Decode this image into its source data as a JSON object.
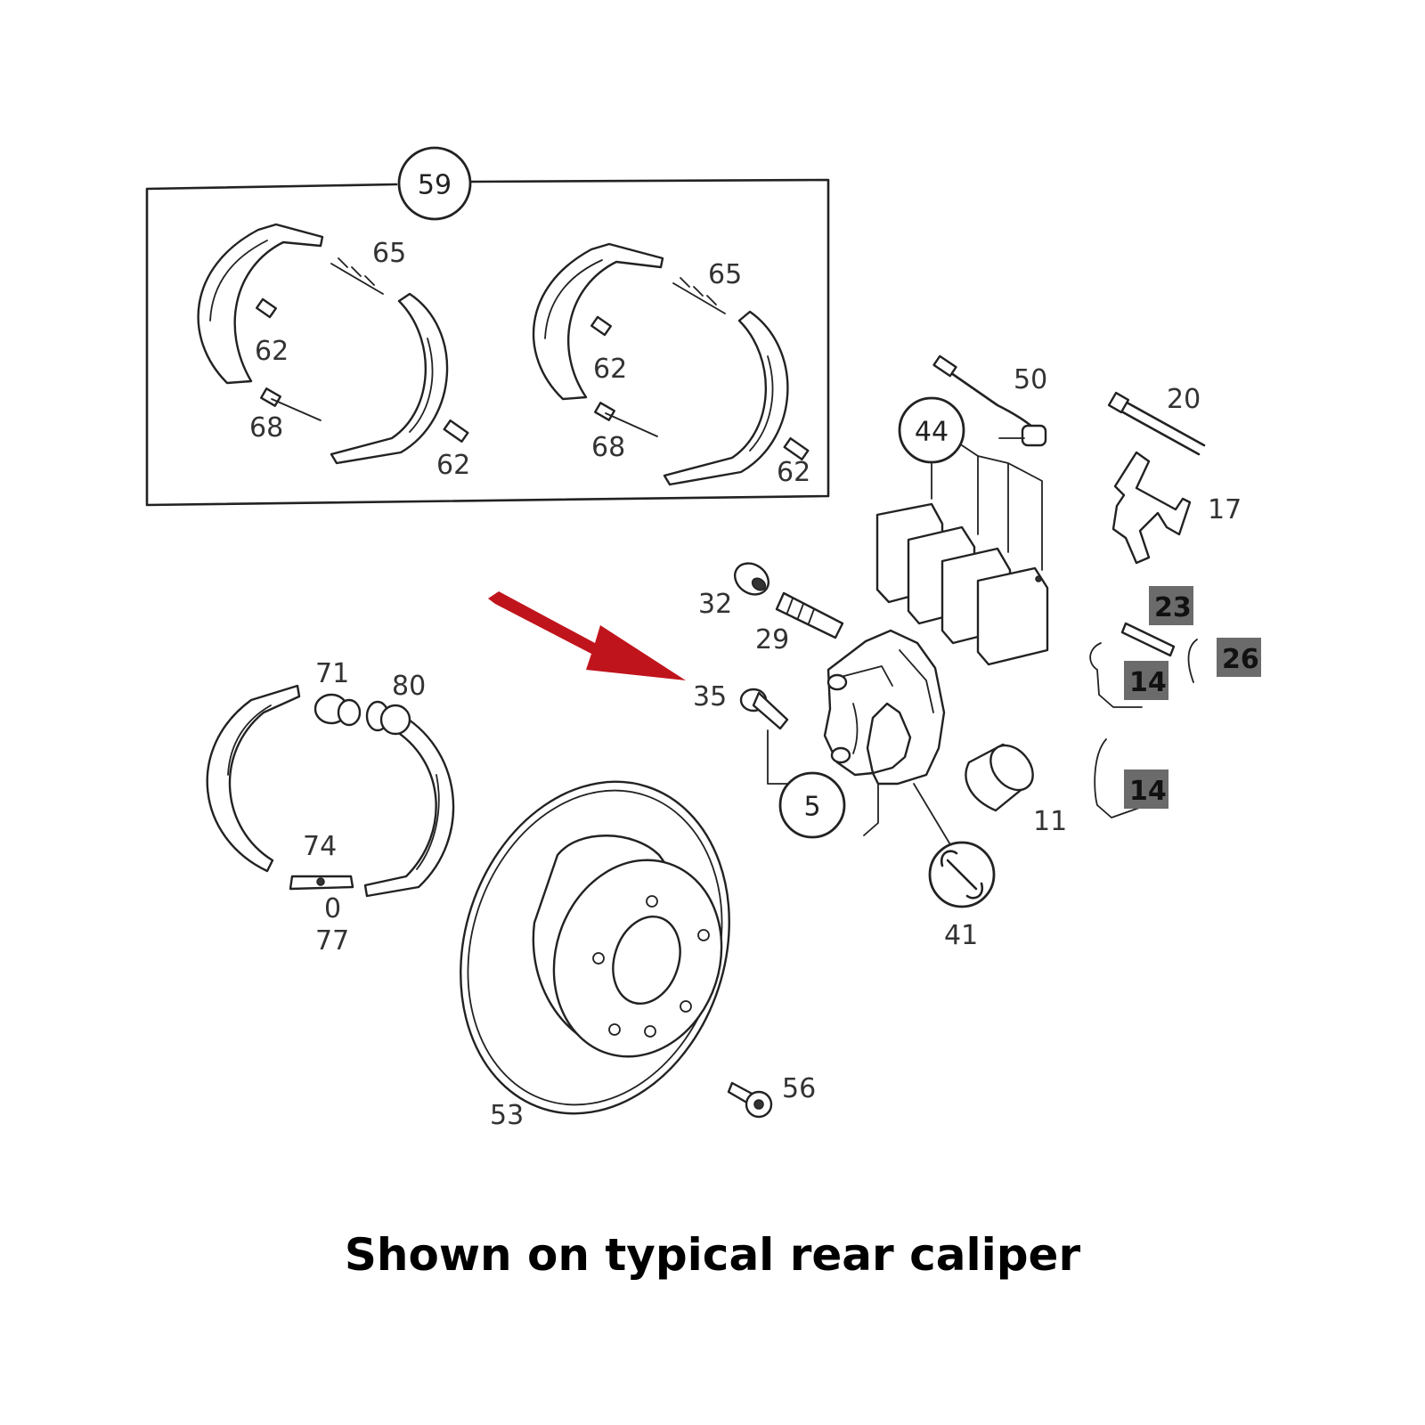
{
  "caption": "Shown on typical rear caliper",
  "accent_color": "#c0141c",
  "highlight_color": "#6b6b6b",
  "labels": {
    "l59": "59",
    "l65a": "65",
    "l65b": "65",
    "l62a": "62",
    "l62b": "62",
    "l62c": "62",
    "l62d": "62",
    "l68a": "68",
    "l68b": "68",
    "l50": "50",
    "l44": "44",
    "l20": "20",
    "l17": "17",
    "l32": "32",
    "l29": "29",
    "l35": "35",
    "l23": "23",
    "l26": "26",
    "l14a": "14",
    "l14b": "14",
    "l71": "71",
    "l80": "80",
    "l74": "74",
    "l0": "0",
    "l77": "77",
    "l5": "5",
    "l11": "11",
    "l41": "41",
    "l53": "53",
    "l56": "56"
  }
}
